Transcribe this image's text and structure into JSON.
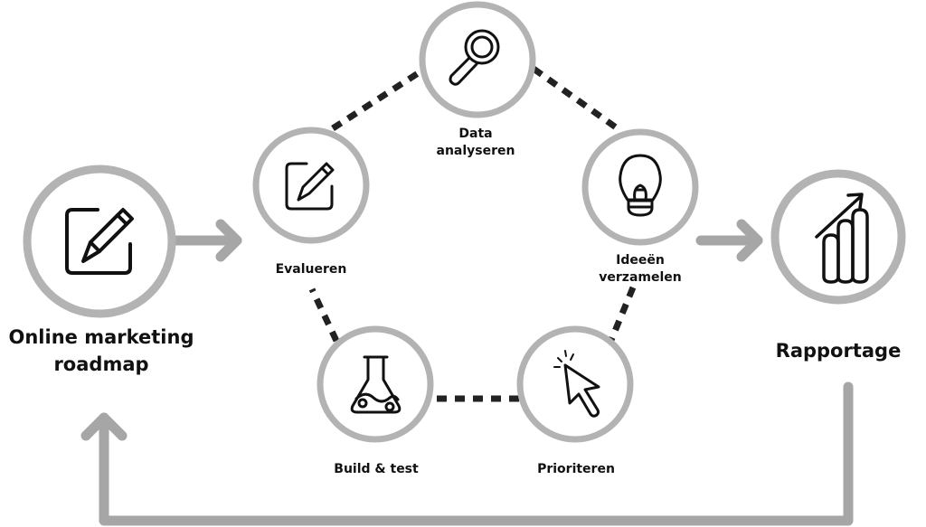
{
  "start_node": {
    "label_line1": "Online marketing",
    "label_line2": "roadmap",
    "icon": "edit-icon"
  },
  "end_node": {
    "label": "Rapportage",
    "icon": "growth-chart-icon"
  },
  "cycle": [
    {
      "label_line1": "Data",
      "label_line2": "analyseren",
      "icon": "magnifier-icon"
    },
    {
      "label_line1": "Ideeën",
      "label_line2": "verzamelen",
      "icon": "lightbulb-icon"
    },
    {
      "label_line1": "Prioriteren",
      "label_line2": "",
      "icon": "cursor-click-icon"
    },
    {
      "label_line1": "Build & test",
      "label_line2": "",
      "icon": "flask-icon"
    },
    {
      "label_line1": "Evalueren",
      "label_line2": "",
      "icon": "edit-icon"
    }
  ],
  "colors": {
    "ring": "#b3b3b3",
    "arrow": "#a6a6a6",
    "dash": "#222222",
    "icon": "#111111",
    "text": "#111111"
  }
}
